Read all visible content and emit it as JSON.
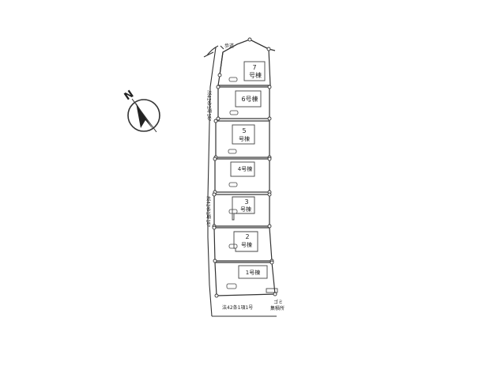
{
  "compass": {
    "label": "N"
  },
  "footpath_label": "歩道",
  "roads": {
    "west_upper": "法42条1項1号",
    "west_lower": "法42条1項1号",
    "south": "法42条1項1号"
  },
  "waste_label": "ゴミ\n集積所",
  "lots": [
    {
      "id": 7,
      "label_line1": "7",
      "label_line2": "号棟"
    },
    {
      "id": 6,
      "label_line1": "6号棟",
      "label_line2": ""
    },
    {
      "id": 5,
      "label_line1": "5",
      "label_line2": "号棟"
    },
    {
      "id": 4,
      "label_line1": "4号棟",
      "label_line2": ""
    },
    {
      "id": 3,
      "label_line1": "3",
      "label_line2": "号棟"
    },
    {
      "id": 2,
      "label_line1": "2",
      "label_line2": "号棟"
    },
    {
      "id": 1,
      "label_line1": "1号棟",
      "label_line2": ""
    }
  ],
  "colors": {
    "line": "#333333",
    "dot_fill": "#ffffff",
    "background": "#ffffff"
  }
}
